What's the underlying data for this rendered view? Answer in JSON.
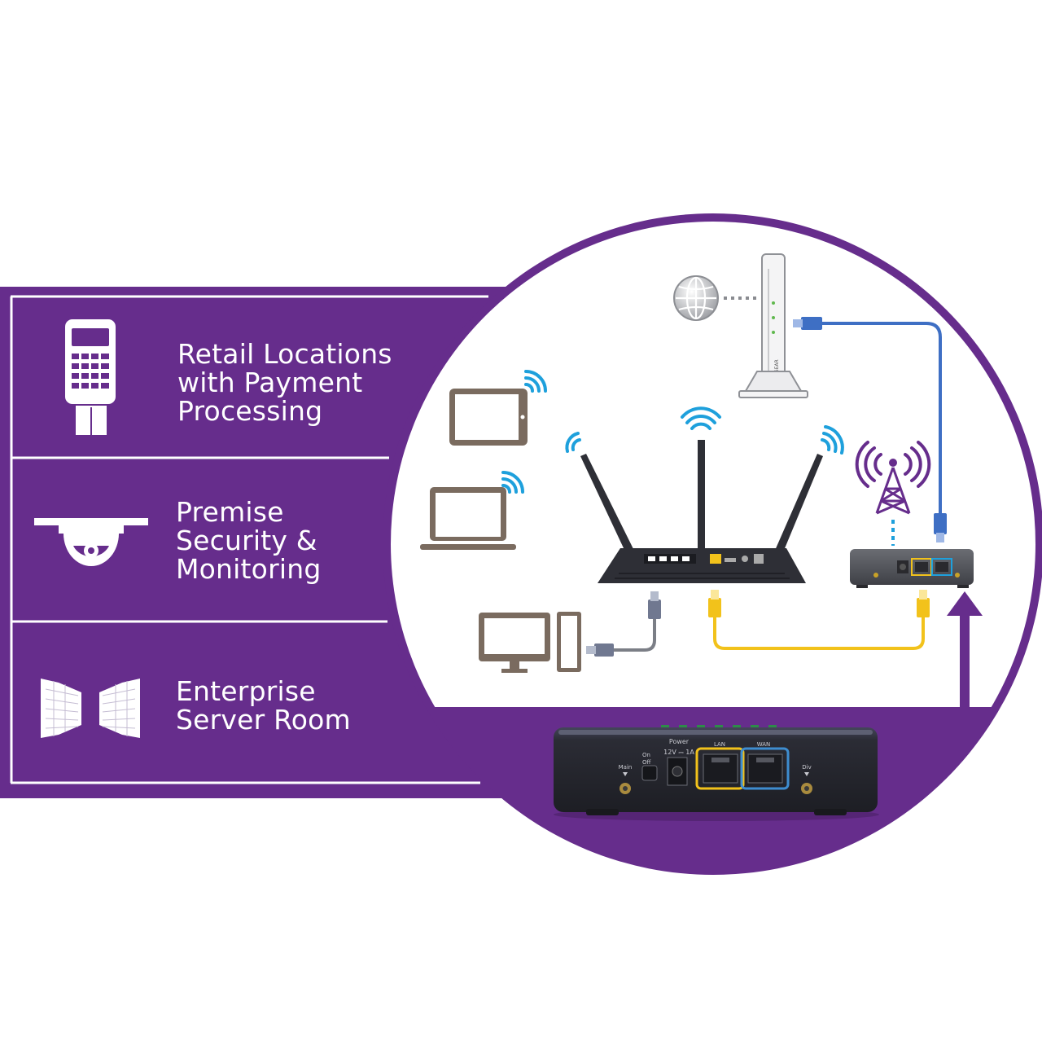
{
  "use_cases": [
    {
      "id": "retail",
      "lines": "Retail Locations\nwith Payment\nProcessing",
      "icon": "payment-terminal-icon"
    },
    {
      "id": "security",
      "lines": "Premise\nSecurity &\nMonitoring",
      "icon": "security-camera-icon"
    },
    {
      "id": "server",
      "lines": "Enterprise\nServer Room",
      "icon": "server-room-icon"
    }
  ],
  "device_ports": {
    "power_label": "Power",
    "power_rating": "12V ⎓ 1A",
    "switch_on": "On",
    "switch_off": "Off",
    "lan_label": "LAN",
    "wan_label": "WAN",
    "main_antenna": "Main",
    "div_antenna": "Div"
  },
  "modem_brand": "NETGEAR",
  "colors": {
    "brand_purple": "#662D8C",
    "wifi_blue": "#1EA0DC",
    "lan_yellow": "#F2C21B",
    "wan_blue": "#3E6FC4",
    "device_dark": "#2E2F36"
  }
}
